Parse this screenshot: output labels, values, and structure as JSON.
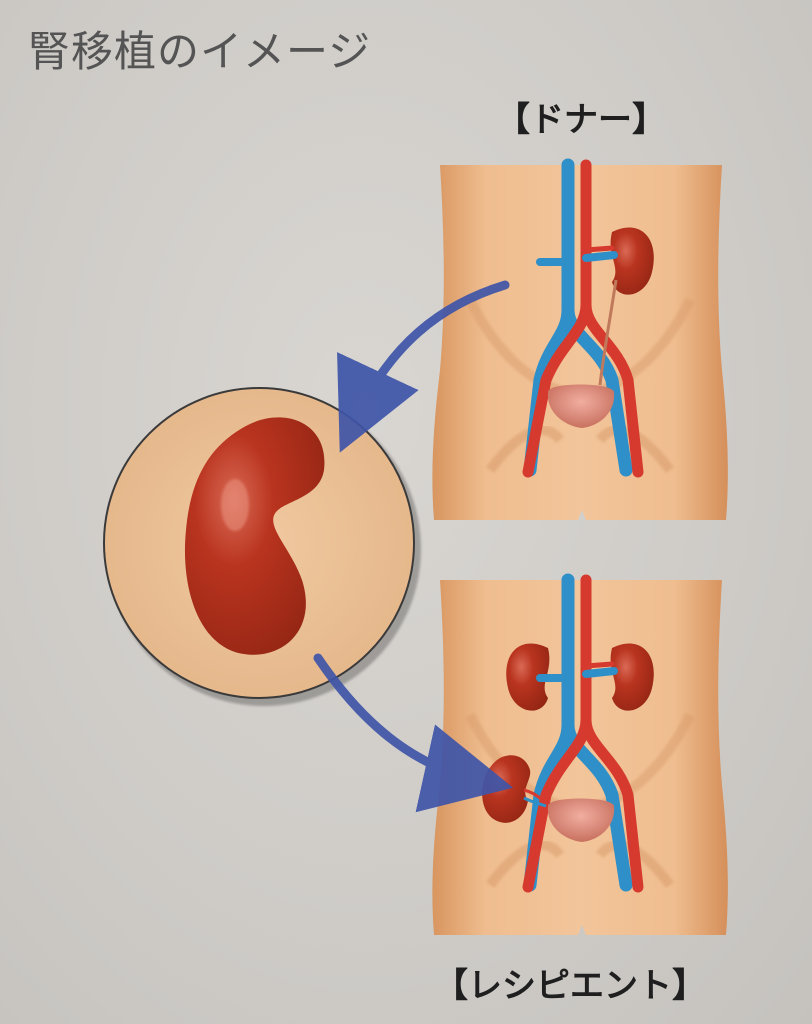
{
  "title": "腎移植のイメージ",
  "labels": {
    "donor": "【ドナー】",
    "recipient": "【レシピエント】"
  },
  "colors": {
    "background": "#d3d0cc",
    "skin": "#eab486",
    "skin_shadow": "#d89a6a",
    "artery": "#d63a2e",
    "vein": "#2f8fc8",
    "kidney": "#b3321e",
    "bladder": "#e08f80",
    "arrow": "#3f55a8"
  },
  "icons": {
    "donor_torso": "torso-illustration",
    "recipient_torso": "torso-illustration",
    "magnified_kidney": "kidney-illustration",
    "transfer_arrows": "curved-arrow"
  }
}
